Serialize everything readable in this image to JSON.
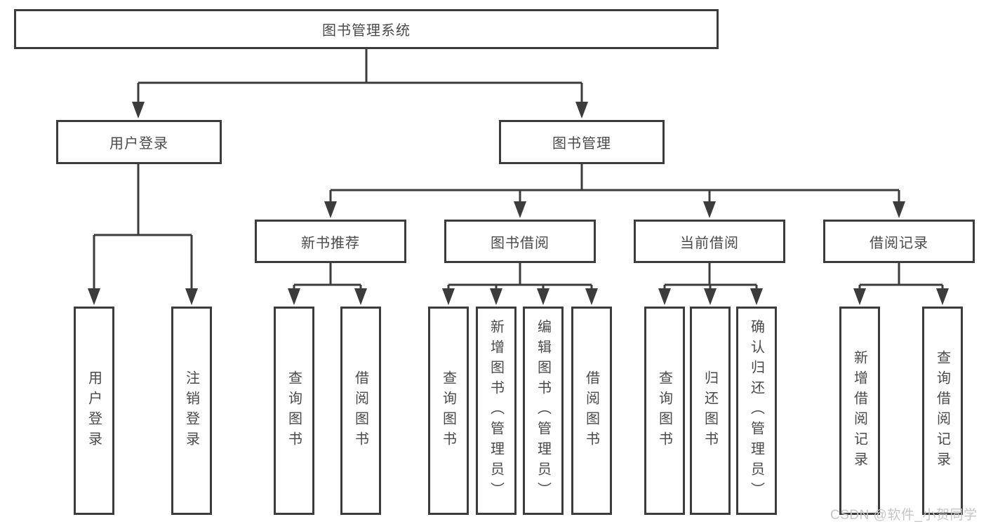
{
  "diagram_type": "functional-structure-tree",
  "tree": {
    "label": "图书管理系统",
    "children": [
      {
        "label": "用户登录",
        "children": [
          {
            "label": "用户登录"
          },
          {
            "label": "注销登录"
          }
        ]
      },
      {
        "label": "图书管理",
        "children": [
          {
            "label": "新书推荐",
            "children": [
              {
                "label": "查询图书"
              },
              {
                "label": "借阅图书"
              }
            ]
          },
          {
            "label": "图书借阅",
            "children": [
              {
                "label": "查询图书"
              },
              {
                "label": "新增图书（管理员）"
              },
              {
                "label": "编辑图书（管理员）"
              },
              {
                "label": "借阅图书"
              }
            ]
          },
          {
            "label": "当前借阅",
            "children": [
              {
                "label": "查询图书"
              },
              {
                "label": "归还图书"
              },
              {
                "label": "确认归还（管理员）"
              }
            ]
          },
          {
            "label": "借阅记录",
            "children": [
              {
                "label": "新增借阅记录"
              },
              {
                "label": "查询借阅记录"
              }
            ]
          }
        ]
      }
    ]
  },
  "watermark": {
    "text": "CSDN @软件_小贺同学"
  },
  "colors": {
    "line": "#3c3c3c",
    "text": "#4a4a4a",
    "watermark": "#c6c6c6",
    "background": "#ffffff"
  }
}
